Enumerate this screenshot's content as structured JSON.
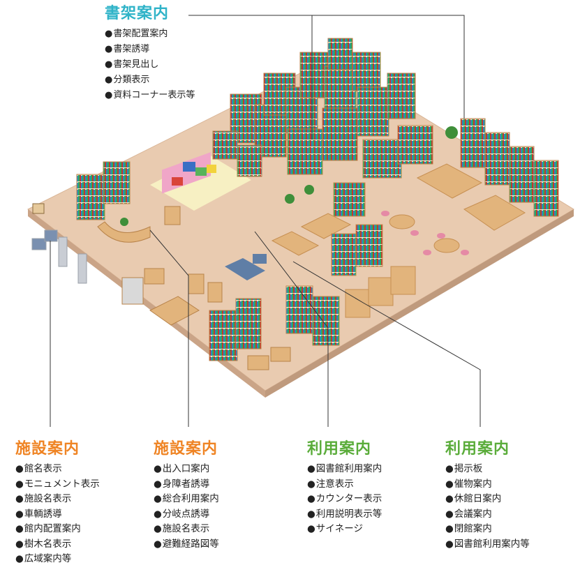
{
  "shelf_guide": {
    "title": "書架案内",
    "items": [
      "書架配置案内",
      "書架誘導",
      "書架見出し",
      "分類表示",
      "資料コーナー表示等"
    ]
  },
  "facility_guide_1": {
    "title": "施設案内",
    "items": [
      "館名表示",
      "モニュメント表示",
      "施設名表示",
      "車輌誘導",
      "館内配置案内",
      "樹木名表示",
      "広域案内等"
    ]
  },
  "facility_guide_2": {
    "title": "施設案内",
    "items": [
      "出入口案内",
      "身障者誘導",
      "総合利用案内",
      "分岐点誘導",
      "施設名表示",
      "避難経路図等"
    ]
  },
  "usage_guide_1": {
    "title": "利用案内",
    "items": [
      "図書館利用案内",
      "注意表示",
      "カウンター表示",
      "利用説明表示等",
      "サイネージ"
    ]
  },
  "usage_guide_2": {
    "title": "利用案内",
    "items": [
      "掲示板",
      "催物案内",
      "休館日案内",
      "会議案内",
      "閉館案内",
      "図書館利用案内等"
    ]
  },
  "colors": {
    "shelf_title": "#2fb3c8",
    "facility_title": "#ef8424",
    "usage_title": "#5aac3a",
    "floor": "#e8c9ad",
    "floor_side": "#cda78a",
    "wood": "#e2b47c",
    "wood_dark": "#c68f52"
  }
}
